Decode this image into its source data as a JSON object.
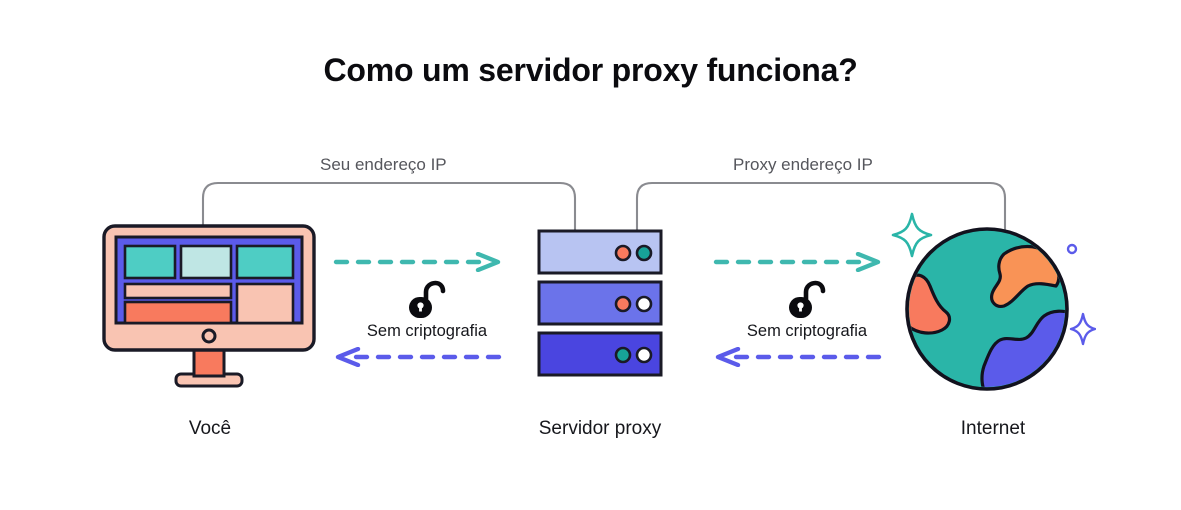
{
  "title": "Como um servidor proxy funciona?",
  "connectors": {
    "left_label": "Seu endereço IP",
    "right_label": "Proxy endereço IP",
    "line_color": "#8a8b90"
  },
  "nodes": {
    "you": {
      "caption": "Você",
      "icon": "desktop-monitor-icon",
      "colors": {
        "bezel": "#f9c4b2",
        "screen": "#5b5bea",
        "outline": "#1a1a26",
        "tile_teal": "#4ecdc4",
        "tile_mint": "#bfe6e4",
        "tile_salmon": "#f9c4b2",
        "tile_coral": "#f87a5e",
        "neck": "#f87a5e",
        "base": "#f9c4b2"
      }
    },
    "proxy": {
      "caption": "Servidor proxy",
      "icon": "server-stack-icon",
      "units": [
        {
          "fill": "#b8c4f2",
          "leds": [
            "#f87a5e",
            "#17a398"
          ]
        },
        {
          "fill": "#6b73ea",
          "leds": [
            "#f87a5e",
            "#ffffff"
          ]
        },
        {
          "fill": "#4a45e0",
          "leds": [
            "#17a398",
            "#ffffff"
          ]
        }
      ]
    },
    "internet": {
      "caption": "Internet",
      "icon": "globe-icon",
      "colors": {
        "ocean": "#2ab5a8",
        "land_orange": "#f99356",
        "land_coral": "#f87a5e",
        "land_blue": "#5b5bea",
        "outline": "#12121e"
      },
      "decorations": [
        {
          "name": "sparkle-teal",
          "color": "#2ab5a8"
        },
        {
          "name": "sparkle-blue",
          "color": "#5b5bea"
        },
        {
          "name": "dot-blue",
          "color": "#5b5bea"
        }
      ]
    }
  },
  "flows": [
    {
      "id": "left",
      "caption": "Sem criptografia",
      "lock_state": "unlocked",
      "outbound_color": "#3fb8af",
      "inbound_color": "#5b5bea"
    },
    {
      "id": "right",
      "caption": "Sem criptografia",
      "lock_state": "unlocked",
      "outbound_color": "#3fb8af",
      "inbound_color": "#5b5bea"
    }
  ]
}
